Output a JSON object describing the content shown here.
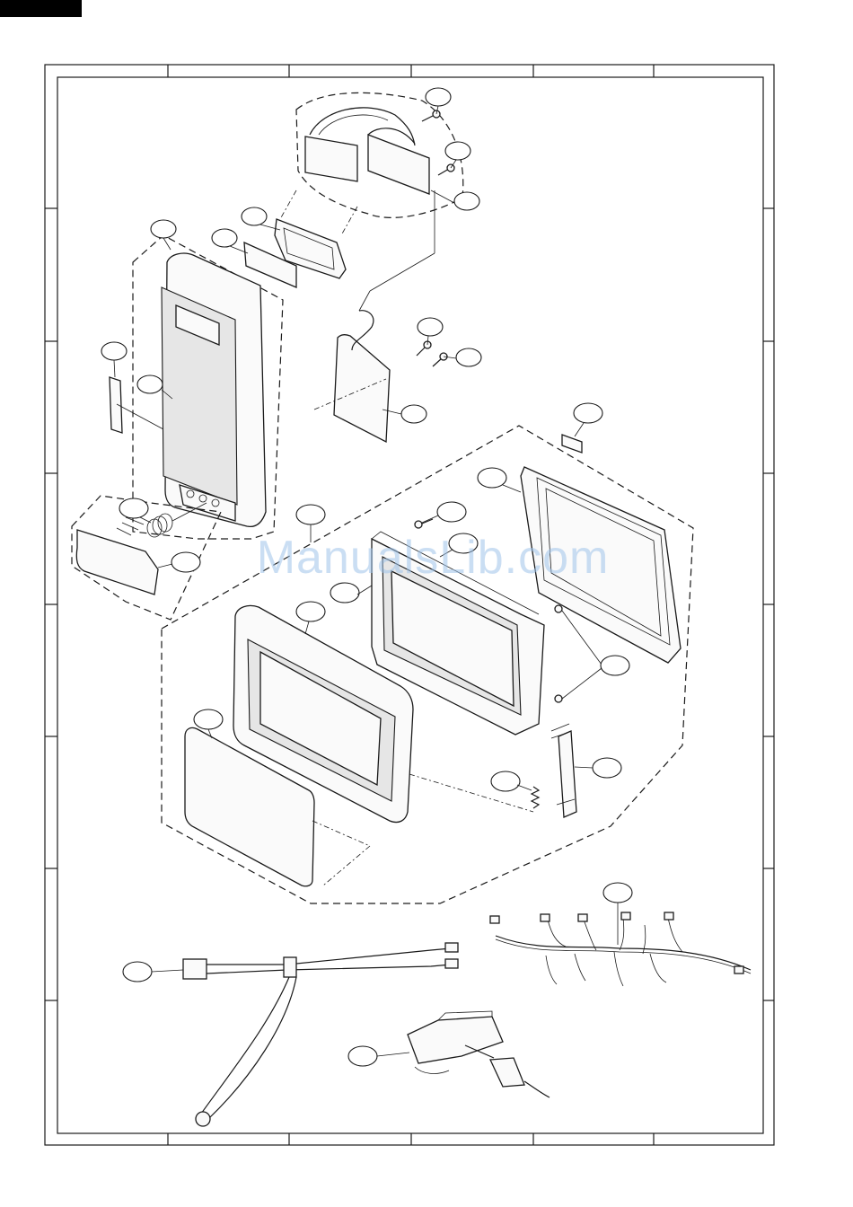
{
  "watermark": {
    "text": "ManualsLib.com",
    "color": "#9ec3ea"
  },
  "colors": {
    "line": "#1a1a1a",
    "background": "#ffffff",
    "tab": "#000000"
  },
  "diagram": {
    "type": "exploded-parts-diagram",
    "callouts": 27
  }
}
